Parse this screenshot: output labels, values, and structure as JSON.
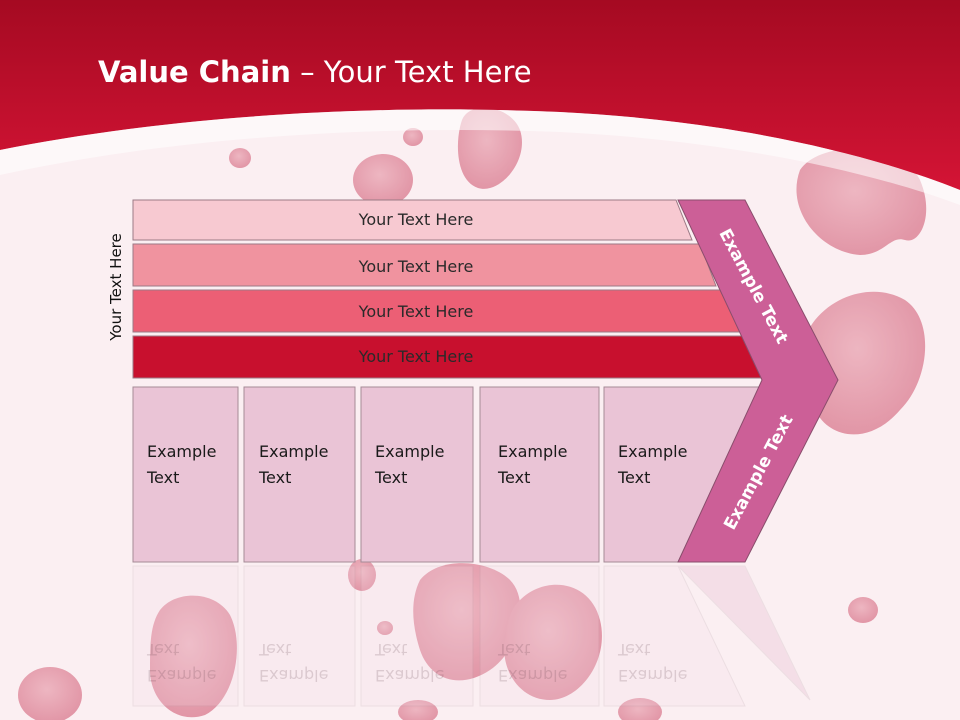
{
  "slide": {
    "title_bold": "Value Chain",
    "title_rest": " – Your Text Here",
    "side_label": "Your Text Here"
  },
  "bars": [
    {
      "label": "Your Text Here",
      "color": "#f7c9d1"
    },
    {
      "label": "Your Text Here",
      "color": "#f0939f"
    },
    {
      "label": "Your Text Here",
      "color": "#ec5f75"
    },
    {
      "label": "Your Text Here",
      "color": "#c8102e"
    }
  ],
  "boxes": [
    {
      "line1": "Example",
      "line2": "Text"
    },
    {
      "line1": "Example",
      "line2": "Text"
    },
    {
      "line1": "Example",
      "line2": "Text"
    },
    {
      "line1": "Example",
      "line2": "Text"
    },
    {
      "line1": "Example",
      "line2": "Text"
    }
  ],
  "chevron": {
    "top_label": "Example Text",
    "bottom_label": "Example Text",
    "color": "#cc5f97"
  },
  "theme": {
    "header_red": "#c8102e",
    "box_fill": "#eac4d6",
    "box_stroke": "#a58b97"
  }
}
